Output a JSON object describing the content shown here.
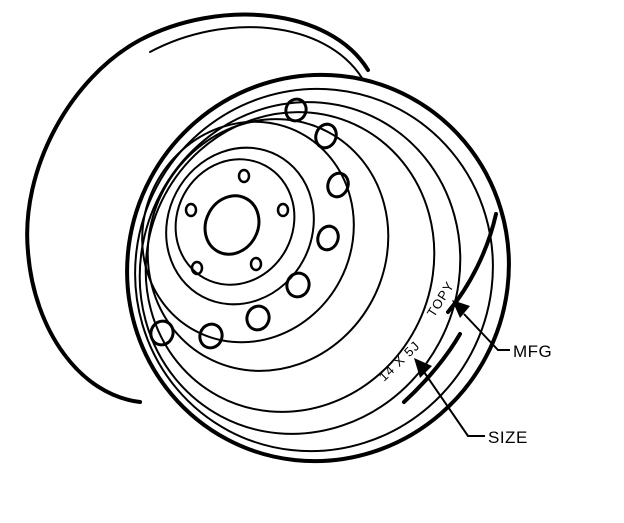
{
  "diagram": {
    "wheel_stamp": {
      "size_text": "14 X 5J",
      "mfg_text": "TOPY"
    },
    "callouts": [
      {
        "id": "mfg",
        "label": "MFG"
      },
      {
        "id": "size",
        "label": "SIZE"
      }
    ],
    "colors": {
      "ink": "#000000",
      "paper": "#ffffff"
    }
  }
}
